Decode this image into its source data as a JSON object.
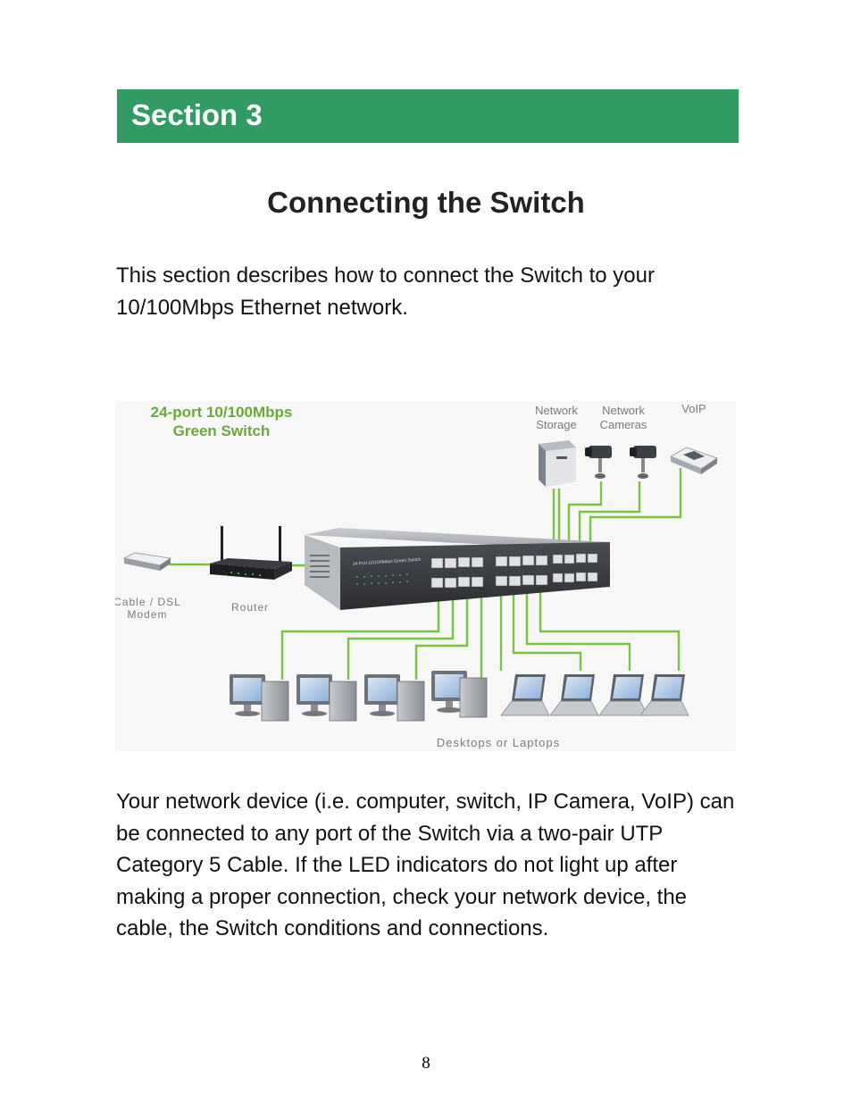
{
  "section": {
    "label": "Section 3"
  },
  "title": "Connecting the Switch",
  "intro": "This section describes how to connect the Switch to your 10/100Mbps Ethernet network.",
  "diagram": {
    "switch_title_line1": "24-port 10/100Mbps",
    "switch_title_line2": "Green Switch",
    "storage_line1": "Network",
    "storage_line2": "Storage",
    "cameras_line1": "Network",
    "cameras_line2": "Cameras",
    "voip": "VoIP",
    "modem_line1": "Cable / DSL",
    "modem_line2": "Modem",
    "router": "Router",
    "desktops": "Desktops or Laptops",
    "switch_front_label": "24 Port 10/100Mbps Green Switch",
    "wire_color": "#7cc242",
    "title_color": "#6aa83a"
  },
  "body": "Your network device (i.e. computer, switch, IP Camera, VoIP) can be connected to any port of the Switch via a two-pair UTP Category 5 Cable. If the LED indicators do not light up after making a proper connection, check your network device, the cable, the Switch conditions and connections.",
  "page_number": "8",
  "colors": {
    "section_bar": "#329b63"
  }
}
